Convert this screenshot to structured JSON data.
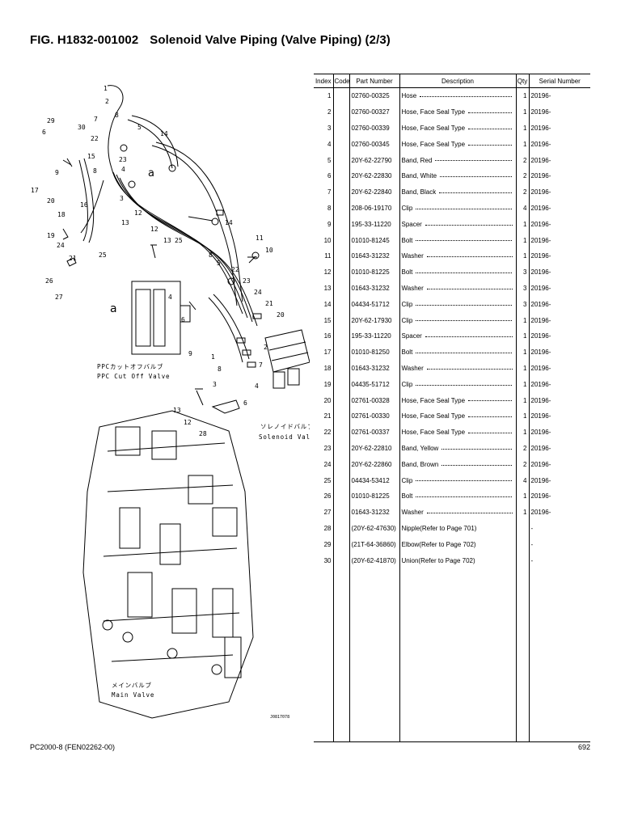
{
  "header": {
    "fig_code": "FIG. H1832-001002",
    "fig_title": "Solenoid Valve Piping (Valve Piping) (2/3)"
  },
  "diagram": {
    "label_ppc_jp": "PPCカットオフバルブ",
    "label_ppc_en": "PPC Cut Off Valve",
    "label_sol_jp": "ソレノイドバルブ",
    "label_sol_en": "Solenoid Valve",
    "label_main_jp": "メインバルブ",
    "label_main_en": "Main Valve",
    "drawing_no": "J0817078",
    "callout_a": "a"
  },
  "table": {
    "headers": {
      "index": "Index",
      "code": "Code",
      "part_number": "Part Number",
      "description": "Description",
      "qty": "Qty",
      "serial": "Serial Number"
    },
    "rows": [
      {
        "index": "1",
        "code": "",
        "part": "02760-00325",
        "desc": "Hose",
        "qty": "1",
        "serial": "20196-"
      },
      {
        "index": "2",
        "code": "",
        "part": "02760-00327",
        "desc": "Hose, Face Seal Type",
        "qty": "1",
        "serial": "20196-"
      },
      {
        "index": "3",
        "code": "",
        "part": "02760-00339",
        "desc": "Hose, Face Seal Type",
        "qty": "1",
        "serial": "20196-"
      },
      {
        "index": "4",
        "code": "",
        "part": "02760-00345",
        "desc": "Hose, Face Seal Type",
        "qty": "1",
        "serial": "20196-"
      },
      {
        "index": "5",
        "code": "",
        "part": "20Y-62-22790",
        "desc": "Band, Red",
        "qty": "2",
        "serial": "20196-"
      },
      {
        "index": "6",
        "code": "",
        "part": "20Y-62-22830",
        "desc": "Band, White",
        "qty": "2",
        "serial": "20196-"
      },
      {
        "index": "7",
        "code": "",
        "part": "20Y-62-22840",
        "desc": "Band, Black",
        "qty": "2",
        "serial": "20196-"
      },
      {
        "index": "8",
        "code": "",
        "part": "208-06-19170",
        "desc": "Clip",
        "qty": "4",
        "serial": "20196-"
      },
      {
        "index": "9",
        "code": "",
        "part": "195-33-11220",
        "desc": "Spacer",
        "qty": "1",
        "serial": "20196-"
      },
      {
        "index": "10",
        "code": "",
        "part": "01010-81245",
        "desc": "Bolt",
        "qty": "1",
        "serial": "20196-"
      },
      {
        "index": "11",
        "code": "",
        "part": "01643-31232",
        "desc": "Washer",
        "qty": "1",
        "serial": "20196-"
      },
      {
        "index": "12",
        "code": "",
        "part": "01010-81225",
        "desc": "Bolt",
        "qty": "3",
        "serial": "20196-"
      },
      {
        "index": "13",
        "code": "",
        "part": "01643-31232",
        "desc": "Washer",
        "qty": "3",
        "serial": "20196-"
      },
      {
        "index": "14",
        "code": "",
        "part": "04434-51712",
        "desc": "Clip",
        "qty": "3",
        "serial": "20196-"
      },
      {
        "index": "15",
        "code": "",
        "part": "20Y-62-17930",
        "desc": "Clip",
        "qty": "1",
        "serial": "20196-"
      },
      {
        "index": "16",
        "code": "",
        "part": "195-33-11220",
        "desc": "Spacer",
        "qty": "1",
        "serial": "20196-"
      },
      {
        "index": "17",
        "code": "",
        "part": "01010-81250",
        "desc": "Bolt",
        "qty": "1",
        "serial": "20196-"
      },
      {
        "index": "18",
        "code": "",
        "part": "01643-31232",
        "desc": "Washer",
        "qty": "1",
        "serial": "20196-"
      },
      {
        "index": "19",
        "code": "",
        "part": "04435-51712",
        "desc": "Clip",
        "qty": "1",
        "serial": "20196-"
      },
      {
        "index": "20",
        "code": "",
        "part": "02761-00328",
        "desc": "Hose, Face Seal Type",
        "qty": "1",
        "serial": "20196-"
      },
      {
        "index": "21",
        "code": "",
        "part": "02761-00330",
        "desc": "Hose, Face Seal Type",
        "qty": "1",
        "serial": "20196-"
      },
      {
        "index": "22",
        "code": "",
        "part": "02761-00337",
        "desc": "Hose, Face Seal Type",
        "qty": "1",
        "serial": "20196-"
      },
      {
        "index": "23",
        "code": "",
        "part": "20Y-62-22810",
        "desc": "Band, Yellow",
        "qty": "2",
        "serial": "20196-"
      },
      {
        "index": "24",
        "code": "",
        "part": "20Y-62-22860",
        "desc": "Band, Brown",
        "qty": "2",
        "serial": "20196-"
      },
      {
        "index": "25",
        "code": "",
        "part": "04434-53412",
        "desc": "Clip",
        "qty": "4",
        "serial": "20196-"
      },
      {
        "index": "26",
        "code": "",
        "part": "01010-81225",
        "desc": "Bolt",
        "qty": "1",
        "serial": "20196-"
      },
      {
        "index": "27",
        "code": "",
        "part": "01643-31232",
        "desc": "Washer",
        "qty": "1",
        "serial": "20196-"
      },
      {
        "index": "28",
        "code": "",
        "part": "(20Y-62-47630)",
        "desc": "Nipple(Refer to Page 701)",
        "qty": "",
        "serial": "-"
      },
      {
        "index": "29",
        "code": "",
        "part": "(21T-64-36860)",
        "desc": "Elbow(Refer to Page 702)",
        "qty": "",
        "serial": "-"
      },
      {
        "index": "30",
        "code": "",
        "part": "(20Y-62-41870)",
        "desc": "Union(Refer to Page 702)",
        "qty": "",
        "serial": "-"
      }
    ]
  },
  "footer": {
    "model": "PC2000-8 (FEN02262-00)",
    "page": "692"
  }
}
